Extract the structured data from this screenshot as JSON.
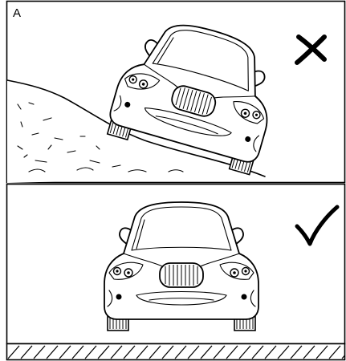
{
  "panel_top": {
    "label": "A",
    "verdict_mark": "✕",
    "verdict_icon": "cross-icon",
    "scene": "car-on-slope"
  },
  "panel_bottom": {
    "verdict_mark": "✓",
    "verdict_icon": "check-icon",
    "scene": "car-on-level-ground"
  },
  "colors": {
    "ink": "#000000",
    "paper": "#ffffff"
  }
}
